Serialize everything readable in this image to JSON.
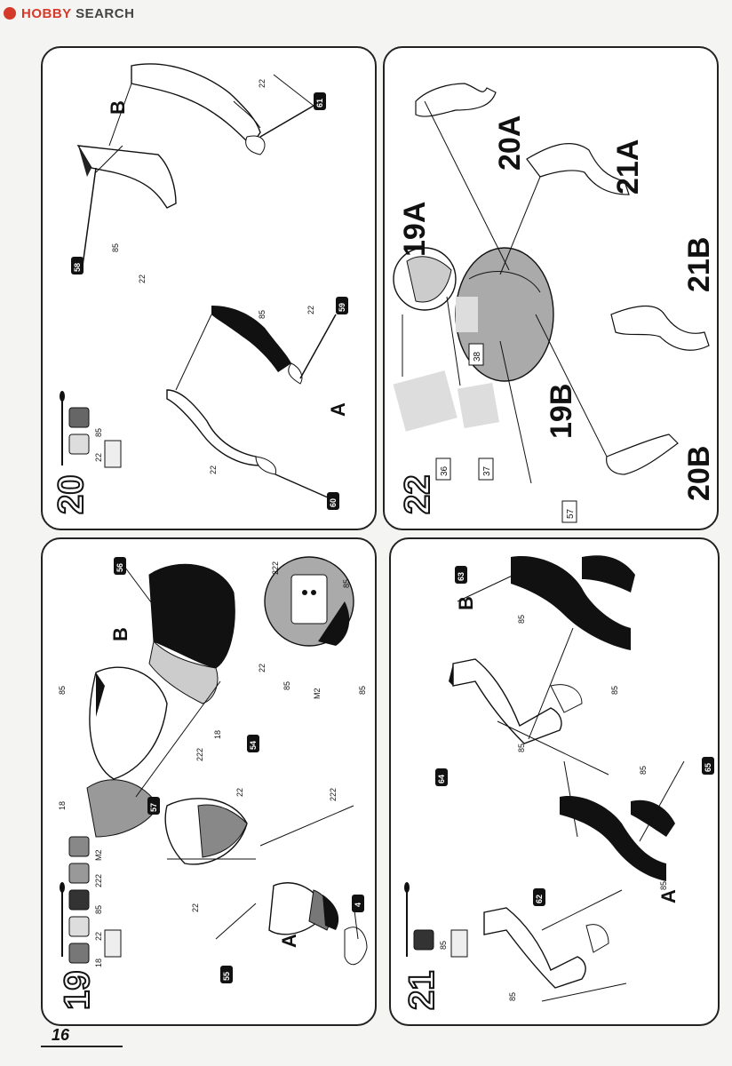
{
  "header": {
    "logo_main": "HOBBY",
    "logo_sub": "SEARCH"
  },
  "page_number": "16",
  "step20": {
    "step": "20",
    "paint_codes": [
      "22",
      "85"
    ],
    "sub_a": "A",
    "sub_b": "B",
    "parts": [
      "58",
      "59",
      "60",
      "61"
    ],
    "color_labels": [
      "22",
      "85",
      "22",
      "22",
      "85",
      "22",
      "22"
    ]
  },
  "step19r": {
    "labels": [
      "20A",
      "21A",
      "19A",
      "21B",
      "19B",
      "20B",
      "22"
    ],
    "boxed_parts": [
      "36",
      "37",
      "38",
      "57"
    ]
  },
  "step19": {
    "step": "19",
    "paint_codes": [
      "18",
      "22",
      "85",
      "222",
      "M2"
    ],
    "sub_a": "A",
    "sub_b": "B",
    "parts": [
      "4",
      "54",
      "55",
      "56",
      "57"
    ],
    "color_labels": [
      "85",
      "18",
      "222",
      "22",
      "22",
      "222",
      "85",
      "222",
      "22",
      "85",
      "M2",
      "85",
      "18"
    ]
  },
  "step21": {
    "step": "21",
    "paint_codes": [
      "85"
    ],
    "sub_a": "A",
    "sub_b": "B",
    "parts": [
      "62",
      "63",
      "64",
      "65"
    ],
    "color_labels": [
      "85",
      "85",
      "85",
      "85",
      "85",
      "85"
    ]
  }
}
